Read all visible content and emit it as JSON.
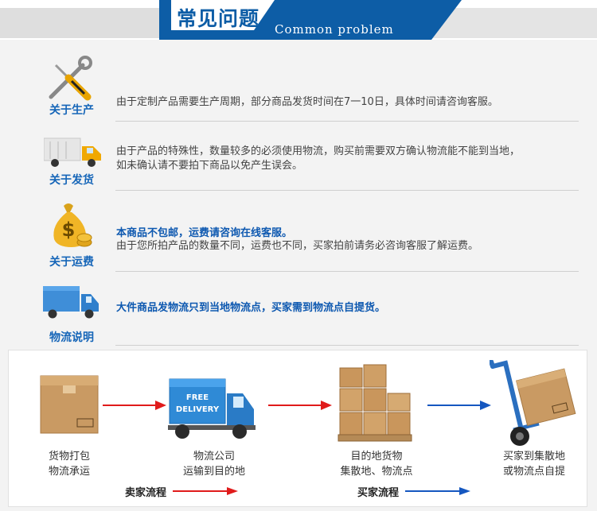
{
  "header": {
    "title_cn": "常见问题",
    "title_en": "Common problem"
  },
  "faq": [
    {
      "label": "关于生产",
      "icon": "wrench-screwdriver-icon",
      "text": "由于定制产品需要生产周期，部分商品发货时间在7一10日，具体时间请咨询客服。"
    },
    {
      "label": "关于发货",
      "icon": "truck-icon",
      "text_line1": "由于产品的特殊性，数量较多的必须使用物流，购买前需要双方确认物流能不能到当地，",
      "text_line2": "如未确认请不要拍下商品以免产生误会。"
    },
    {
      "label": "关于运费",
      "icon": "money-bag-icon",
      "highlight": "本商品不包邮，运费请咨询在线客服。",
      "text": "由于您所拍产品的数量不同，运费也不同，买家拍前请务必咨询客服了解运费。"
    },
    {
      "label": "物流说明",
      "icon": "delivery-truck-icon",
      "highlight": "大件商品发物流只到当地物流点，买家需到物流点自提货。"
    }
  ],
  "flow": {
    "truck_text_1": "FREE",
    "truck_text_2": "DELIVERY",
    "steps": [
      {
        "line1": "货物打包",
        "line2": "物流承运"
      },
      {
        "line1": "物流公司",
        "line2": "运输到目的地"
      },
      {
        "line1": "目的地货物",
        "line2": "集散地、物流点"
      },
      {
        "line1": "买家到集散地",
        "line2": "或物流点自提"
      }
    ],
    "seller_caption": "卖家流程",
    "buyer_caption": "买家流程"
  },
  "colors": {
    "brand_blue": "#0d5da6",
    "label_blue": "#1565b8",
    "seller_arrow": "#e01b1b",
    "buyer_arrow": "#1557c0"
  }
}
